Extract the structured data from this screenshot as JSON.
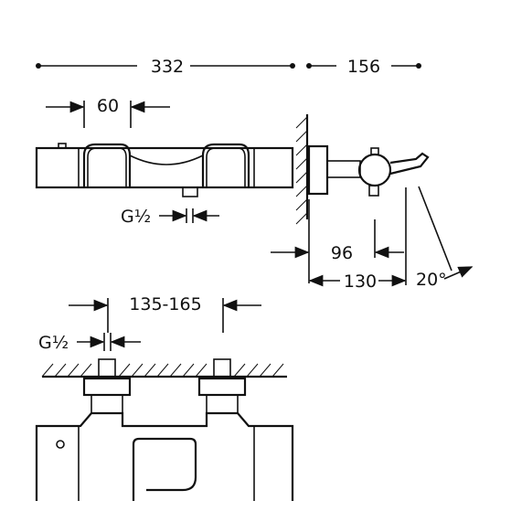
{
  "dimensions": {
    "total_width": "332",
    "depth": "156",
    "center_offset": "60",
    "thread_top": "G½",
    "projection_96": "96",
    "projection_130": "130",
    "angle": "20°",
    "centers_range": "135-165",
    "thread_bottom": "G½"
  },
  "colors": {
    "line": "#111111",
    "background": "#ffffff"
  }
}
